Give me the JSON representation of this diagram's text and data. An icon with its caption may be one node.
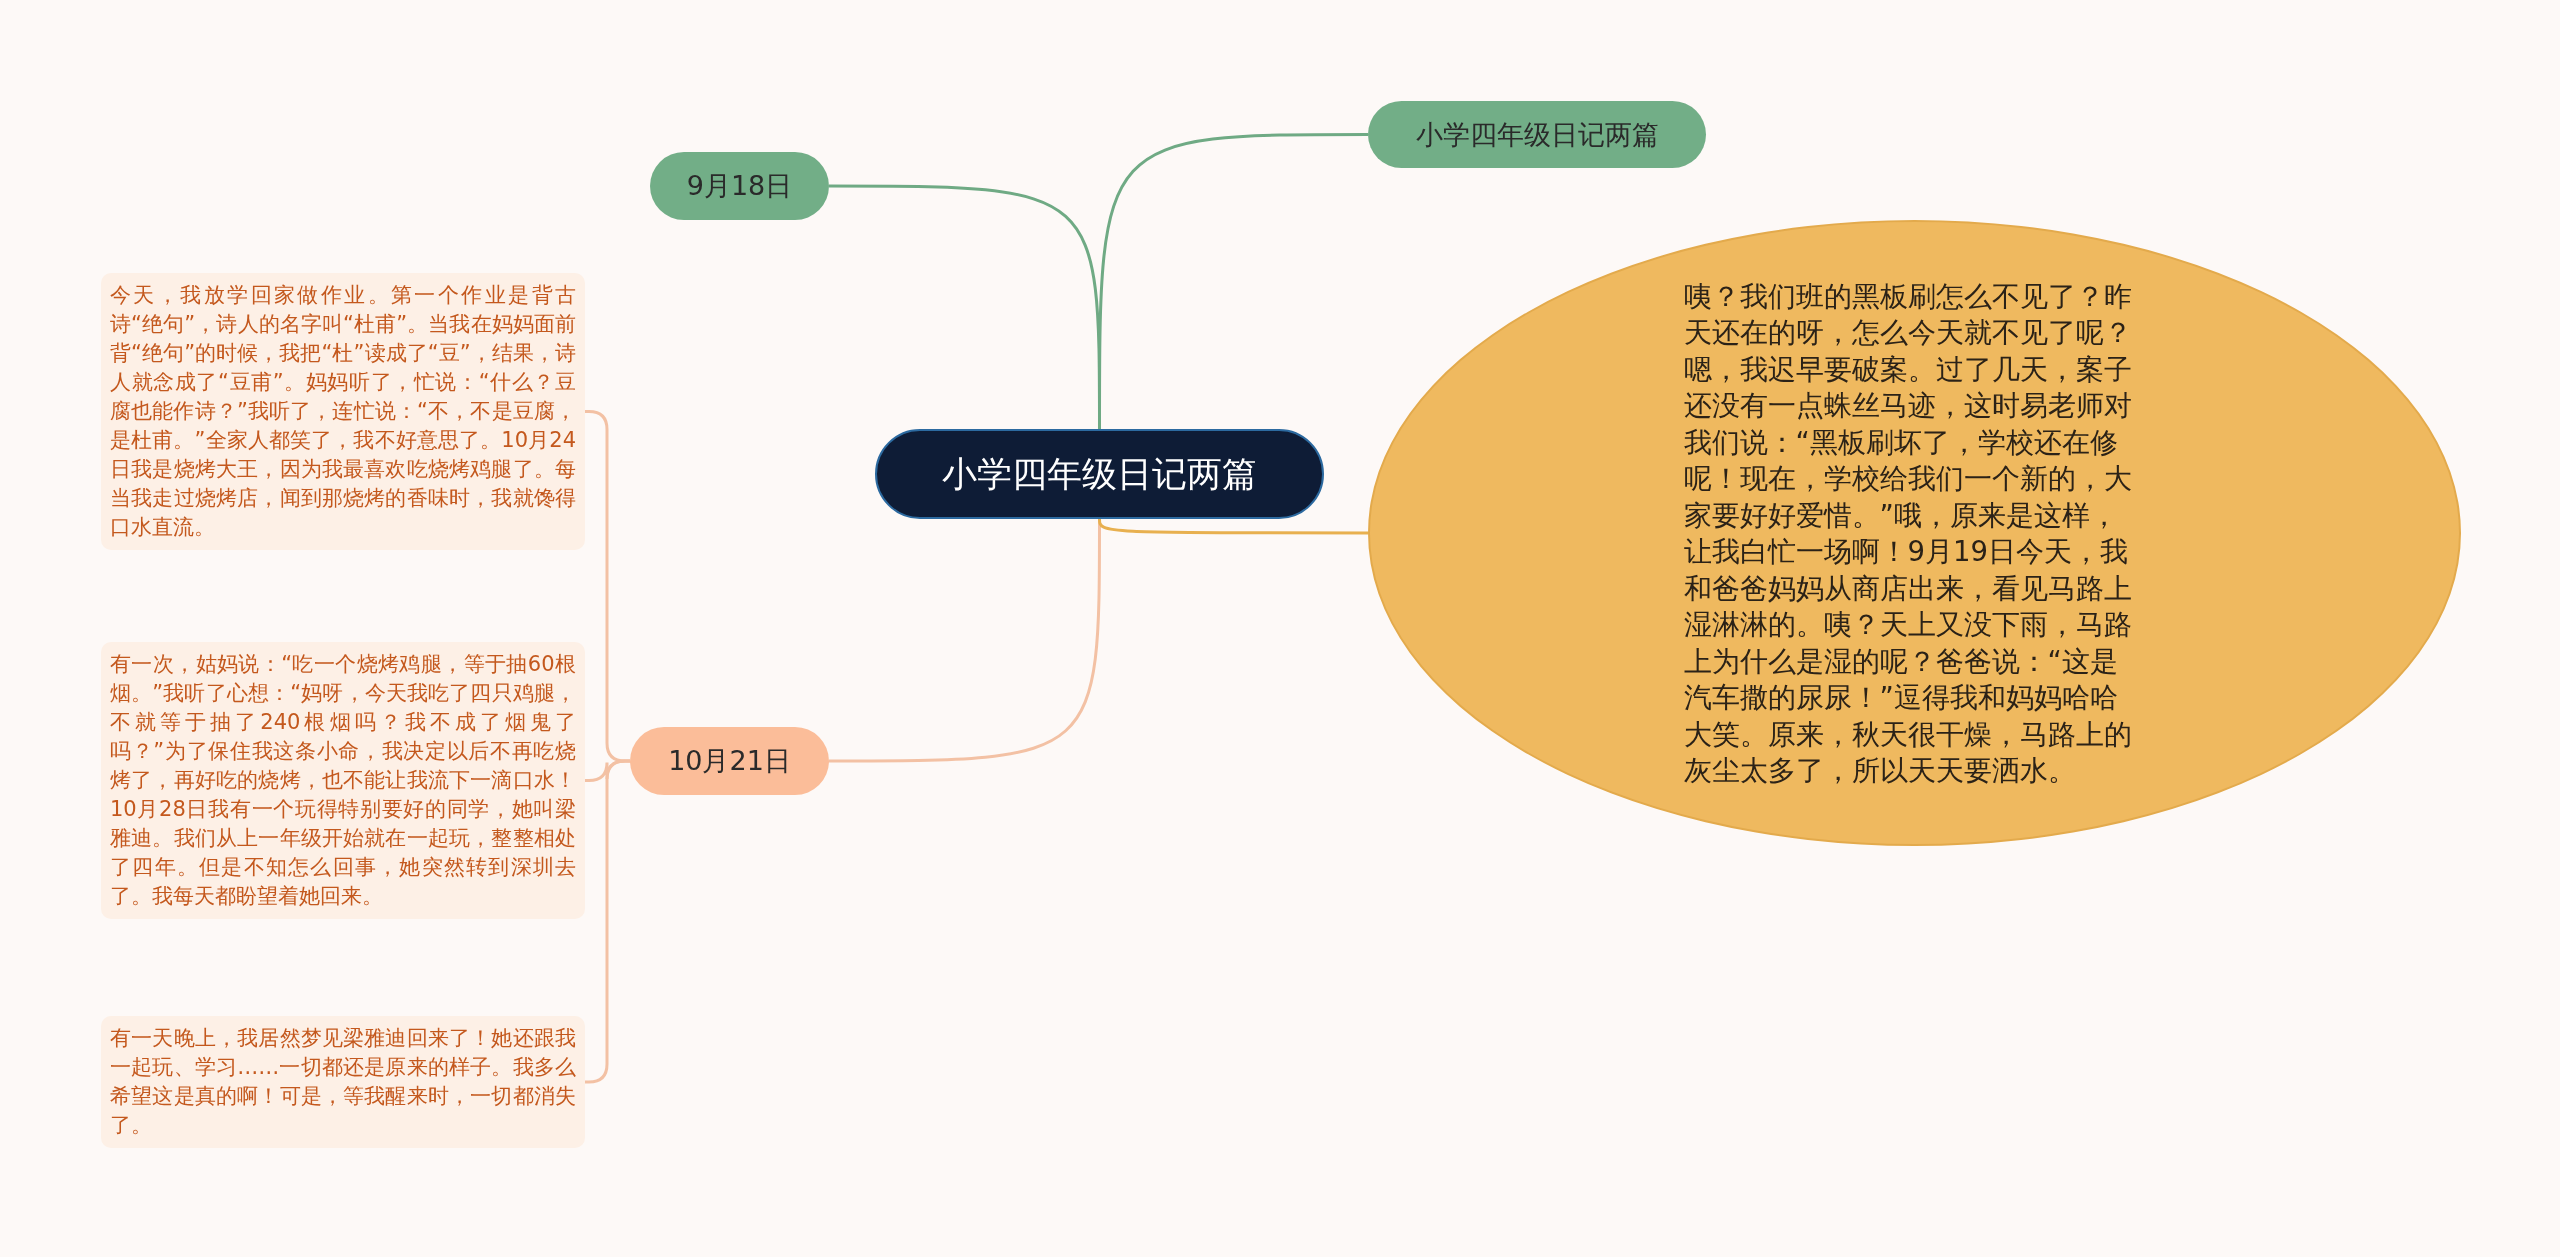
{
  "diagram": {
    "nodes": [
      {
        "text": [
          "小学四年级日记两篇"
        ]
      },
      {
        "text": [
          "9月18日"
        ]
      },
      {
        "text": [
          "10月21日"
        ]
      },
      {
        "text": [
          "今天，我放学回家做作业。第一个作业是背古诗“绝句”，诗人的名字叫“杜甫”。当我在妈妈面前背“绝句”的时候，我把“杜”读成了“豆”，结果，诗人就念成了“豆甫”。妈妈听了，忙说：“什么？豆腐也能作诗？”我听了，连忙说：“不，不是豆腐，是杜甫。”全家人都笑了，我不好意思了。10月24日我是烧烤大王，因为我最喜欢吃烧烤鸡腿了。每当我走过烧烤店，闻到那烧烤的香味时，我就馋得口水直流。"
        ]
      },
      {
        "text": [
          "有一次，姑妈说：“吃一个烧烤鸡腿，等于抽60根烟。”我听了心想：“妈呀，今天我吃了四只鸡腿，不就等于抽了240根烟吗？我不成了烟鬼了吗？”为了保住我这条小命，我决定以后不再吃烧烤了，再好吃的烧烤，也不能让我流下一滴口水！10月28日我有一个玩得特别要好的同学，她叫梁雅迪。我们从上一年级开始就在一起玩，整整相处了四年。但是不知怎么回事，她突然转到深圳去了。我每天都盼望着她回来。"
        ]
      },
      {
        "text": [
          "有一天晚上，我居然梦见梁雅迪回来了！她还跟我一起玩、学习……一切都还是原来的样子。我多么希望这是真的啊！可是，等我醒来时，一切都消失了。"
        ]
      },
      {
        "text": [
          "小学四年级日记两篇"
        ]
      },
      {
        "text": [
          "咦？我们班的黑板刷怎么不见了？昨天还在的呀，怎么今天就不见了呢？嗯，我迟早要破案。过了几天，案子还没有一点蛛丝马迹，这时易老师对我们说：“黑板刷坏了，学校还在修呢！现在，学校给我们一个新的，大家要好好爱惜。”哦，原来是这样，让我白忙一场啊！9月19日今天，我和爸爸妈妈从商店出来，看见马路上湿淋淋的。咦？天上又没下雨，马路上为什么是湿的呢？爸爸说：“这是汽车撒的尿尿！”逗得我和妈妈哈哈大笑。原来，秋天很干燥，马路上的灰尘太多了，所以天天要洒水。"
        ]
      }
    ],
    "edges": [
      {
        "from": 0,
        "to": 1,
        "arrow": "none",
        "color": "#6faa84"
      },
      {
        "from": 0,
        "to": 2,
        "arrow": "none"
      },
      {
        "from": 2,
        "to": 3,
        "arrow": "none"
      },
      {
        "from": 2,
        "to": 4,
        "arrow": "none"
      },
      {
        "from": 2,
        "to": 5,
        "arrow": "none"
      },
      {
        "from": 0,
        "to": 6,
        "arrow": "none",
        "color": "#6faa84"
      },
      {
        "from": 0,
        "to": 7,
        "arrow": "none",
        "color": "#e8b04f"
      }
    ]
  }
}
